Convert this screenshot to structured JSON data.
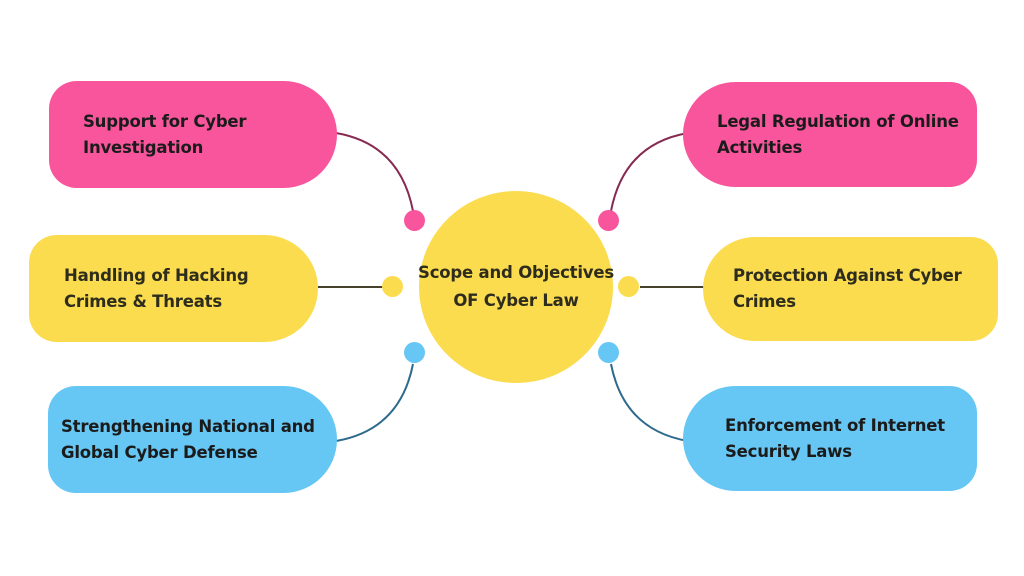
{
  "title": "Scope and Objectives OF Cyber Law",
  "center": {
    "label": "Scope and Objectives OF Cyber Law",
    "lines": [
      "Scope and Objectives",
      "OF Cyber Law"
    ]
  },
  "nodes": [
    {
      "id": "support-for-cyber-investigation",
      "side": "left",
      "color": "pink",
      "label": "Support for Cyber Investigation",
      "lines": [
        "Support for Cyber",
        "Investigation"
      ]
    },
    {
      "id": "handling-of-hacking-crimes-threats",
      "side": "left",
      "color": "yellow",
      "label": "Handling of Hacking Crimes & Threats",
      "lines": [
        "Handling of Hacking",
        "Crimes & Threats"
      ]
    },
    {
      "id": "strengthening-national-global-cyber-defense",
      "side": "left",
      "color": "blue",
      "label": "Strengthening National and Global Cyber Defense",
      "lines": [
        "Strengthening National and",
        "Global Cyber Defense"
      ]
    },
    {
      "id": "legal-regulation-of-online-activities",
      "side": "right",
      "color": "pink",
      "label": "Legal Regulation of Online Activities",
      "lines": [
        "Legal Regulation of Online",
        "Activities"
      ]
    },
    {
      "id": "protection-against-cyber-crimes",
      "side": "right",
      "color": "yellow",
      "label": "Protection Against Cyber Crimes",
      "lines": [
        "Protection Against Cyber",
        "Crimes"
      ]
    },
    {
      "id": "enforcement-of-internet-security-laws",
      "side": "right",
      "color": "blue",
      "label": "Enforcement of Internet Security Laws",
      "lines": [
        "Enforcement of Internet",
        "Security Laws"
      ]
    }
  ],
  "colors": {
    "background": "#FFFFFF",
    "pink": "#F9559D",
    "yellow": "#FBDC4F",
    "blue": "#66C7F4",
    "text_dark": "#1B1B1B",
    "text_olive": "#2E2C1D",
    "connector_pink": "#872A52",
    "connector_olive": "#45412C",
    "connector_blue": "#2E6A8E"
  }
}
